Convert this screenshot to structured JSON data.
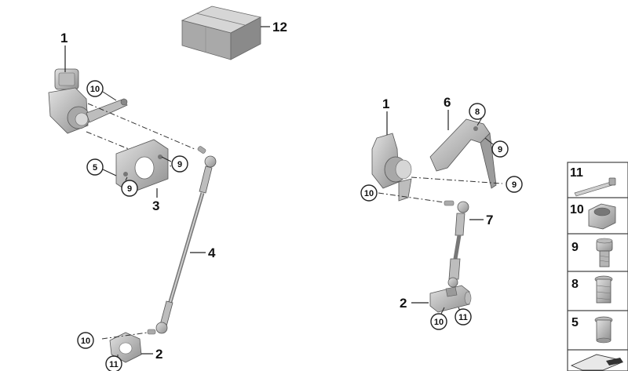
{
  "labels": {
    "p1_left": "1",
    "p12": "12",
    "p10_a": "10",
    "p9_a": "9",
    "p5_a": "5",
    "p9_b": "9",
    "p3": "3",
    "p4": "4",
    "p10_b": "10",
    "p2_left": "2",
    "p11_a": "11",
    "p1_right": "1",
    "p6": "6",
    "p8_a": "8",
    "p9_c": "9",
    "p9_d": "9",
    "p10_c": "10",
    "p7": "7",
    "p2_right": "2",
    "p10_d": "10",
    "p11_b": "11"
  },
  "side_panel": {
    "items": [
      "11",
      "10",
      "9",
      "8",
      "5"
    ]
  },
  "colors": {
    "part_fill": "#cfcfcf",
    "part_dark": "#8e8e8e",
    "line": "#222222",
    "panel_border": "#444444"
  }
}
